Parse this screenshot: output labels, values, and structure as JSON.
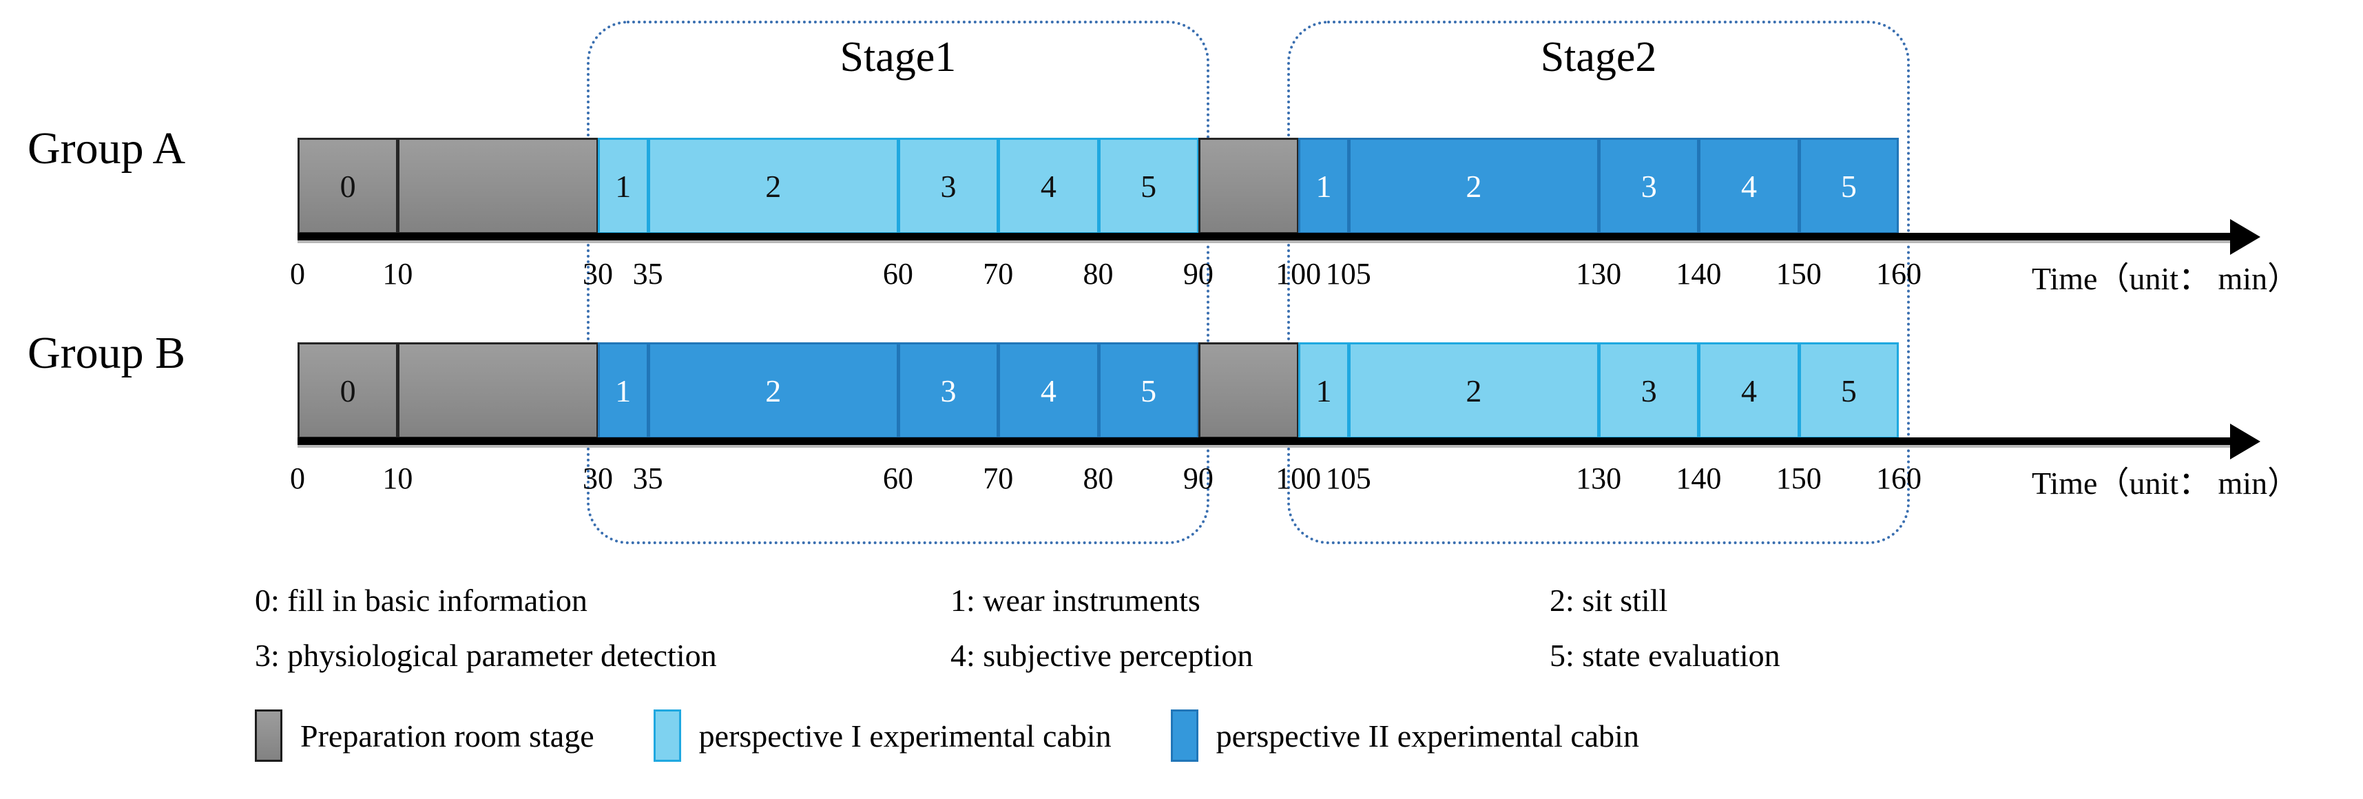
{
  "chart_data": {
    "type": "bar",
    "title": "",
    "xlabel": "Time (unit: min)",
    "ylabel": "",
    "xlim": [
      0,
      160
    ],
    "grid": false,
    "orientation": "horizontal-timeline",
    "axis_caption": "Time（unit： min）",
    "tick_values": [
      0,
      10,
      30,
      35,
      60,
      70,
      80,
      90,
      100,
      105,
      130,
      140,
      150,
      160
    ],
    "tick_labels": [
      "0",
      "10",
      "30",
      "35",
      "60",
      "70",
      "80",
      "90",
      "100",
      "105",
      "130",
      "140",
      "150",
      "160"
    ],
    "stage_brackets": [
      {
        "label": "Stage1",
        "start": 30,
        "end": 90
      },
      {
        "label": "Stage2",
        "start": 100,
        "end": 160
      }
    ],
    "rows": [
      {
        "group_label": "Group A",
        "segments": [
          {
            "label": "0",
            "start": 0,
            "end": 10,
            "category": "preparation"
          },
          {
            "label": "",
            "start": 10,
            "end": 30,
            "category": "preparation"
          },
          {
            "label": "1",
            "start": 30,
            "end": 35,
            "category": "perspective-1"
          },
          {
            "label": "2",
            "start": 35,
            "end": 60,
            "category": "perspective-1"
          },
          {
            "label": "3",
            "start": 60,
            "end": 70,
            "category": "perspective-1"
          },
          {
            "label": "4",
            "start": 70,
            "end": 80,
            "category": "perspective-1"
          },
          {
            "label": "5",
            "start": 80,
            "end": 90,
            "category": "perspective-1"
          },
          {
            "label": "",
            "start": 90,
            "end": 100,
            "category": "preparation"
          },
          {
            "label": "1",
            "start": 100,
            "end": 105,
            "category": "perspective-2"
          },
          {
            "label": "2",
            "start": 105,
            "end": 130,
            "category": "perspective-2"
          },
          {
            "label": "3",
            "start": 130,
            "end": 140,
            "category": "perspective-2"
          },
          {
            "label": "4",
            "start": 140,
            "end": 150,
            "category": "perspective-2"
          },
          {
            "label": "5",
            "start": 150,
            "end": 160,
            "category": "perspective-2"
          }
        ]
      },
      {
        "group_label": "Group B",
        "segments": [
          {
            "label": "0",
            "start": 0,
            "end": 10,
            "category": "preparation"
          },
          {
            "label": "",
            "start": 10,
            "end": 30,
            "category": "preparation"
          },
          {
            "label": "1",
            "start": 30,
            "end": 35,
            "category": "perspective-2"
          },
          {
            "label": "2",
            "start": 35,
            "end": 60,
            "category": "perspective-2"
          },
          {
            "label": "3",
            "start": 60,
            "end": 70,
            "category": "perspective-2"
          },
          {
            "label": "4",
            "start": 70,
            "end": 80,
            "category": "perspective-2"
          },
          {
            "label": "5",
            "start": 80,
            "end": 90,
            "category": "perspective-2"
          },
          {
            "label": "",
            "start": 90,
            "end": 100,
            "category": "preparation"
          },
          {
            "label": "1",
            "start": 100,
            "end": 105,
            "category": "perspective-1"
          },
          {
            "label": "2",
            "start": 105,
            "end": 130,
            "category": "perspective-1"
          },
          {
            "label": "3",
            "start": 130,
            "end": 140,
            "category": "perspective-1"
          },
          {
            "label": "4",
            "start": 140,
            "end": 150,
            "category": "perspective-1"
          },
          {
            "label": "5",
            "start": 150,
            "end": 160,
            "category": "perspective-1"
          }
        ]
      }
    ],
    "colors": {
      "preparation": "#8f8f8f",
      "perspective-1": "#7ed2f0",
      "perspective-2": "#3498db",
      "bracket": "#3a6fb0",
      "axis": "#000000"
    }
  },
  "groups": {
    "a": {
      "label": "Group A"
    },
    "b": {
      "label": "Group B"
    }
  },
  "stages": {
    "stage1": {
      "label": "Stage1"
    },
    "stage2": {
      "label": "Stage2"
    }
  },
  "axis": {
    "caption": "Time（unit： min）"
  },
  "task_key": [
    {
      "text": "0: fill in basic information"
    },
    {
      "text": "1: wear instruments"
    },
    {
      "text": "2: sit still"
    },
    {
      "text": "3: physiological parameter detection"
    },
    {
      "text": "4: subjective perception"
    },
    {
      "text": "5: state evaluation"
    }
  ],
  "legend": [
    {
      "label": "Preparation room stage",
      "swatch": "gray"
    },
    {
      "label": "perspective I experimental cabin",
      "swatch": "light"
    },
    {
      "label": "perspective II experimental cabin",
      "swatch": "dark"
    }
  ]
}
